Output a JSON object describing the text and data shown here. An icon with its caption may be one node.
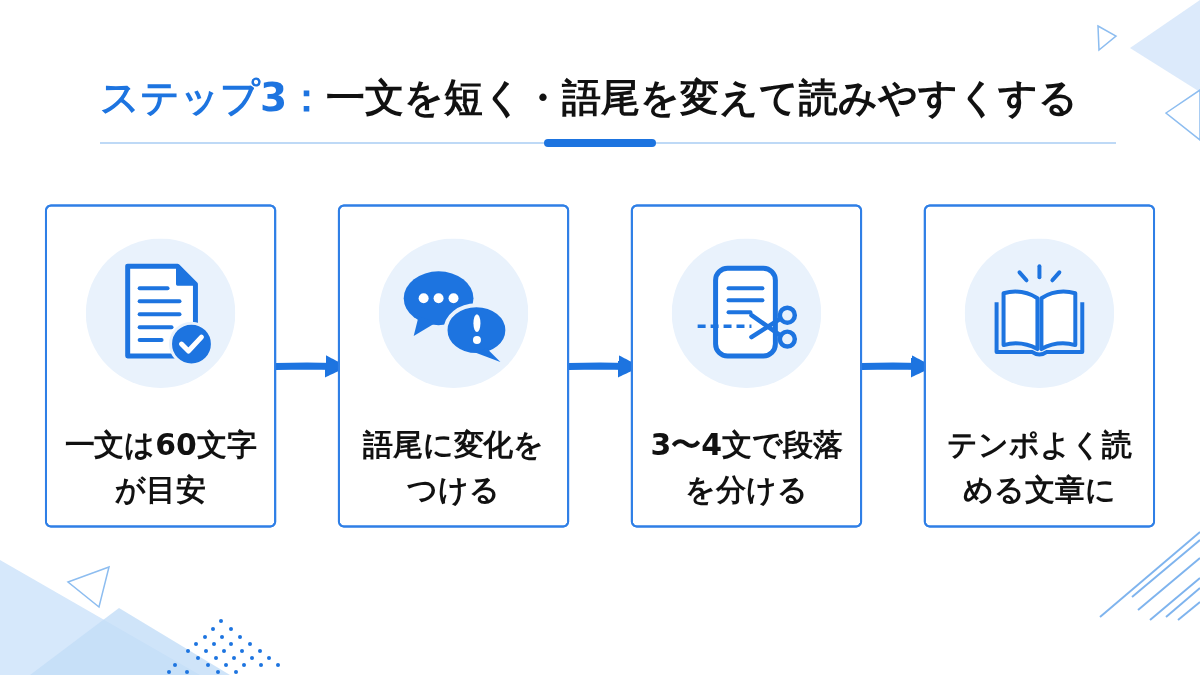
{
  "diagram": {
    "title": "ステップ3：一文を短く・語尾を変えて読みやすくする",
    "nodes": [
      {
        "text": [
          "一文は60文字が目安"
        ]
      },
      {
        "text": [
          "語尾に変化をつける"
        ]
      },
      {
        "text": [
          "3〜4文で段落を分ける"
        ]
      },
      {
        "text": [
          "テンポよく読める文章に"
        ]
      }
    ],
    "edges": [
      {
        "from": 0,
        "to": 1,
        "arrow": "to"
      },
      {
        "from": 1,
        "to": 2,
        "arrow": "to"
      },
      {
        "from": 2,
        "to": 3,
        "arrow": "to"
      }
    ]
  }
}
